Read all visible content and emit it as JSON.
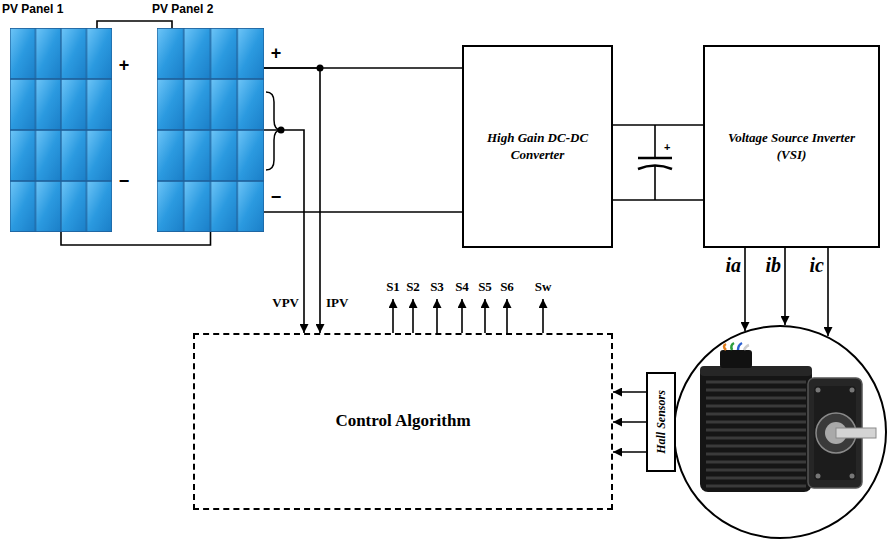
{
  "diagram": {
    "nodes": [
      {
        "text": [
          "PV Panel 1"
        ]
      },
      {
        "text": [
          "PV Panel 2"
        ]
      },
      {
        "text": [
          "High Gain DC-DC Converter"
        ]
      },
      {
        "text": [
          "Voltage Source Inverter (VSI)"
        ]
      },
      {
        "text": [
          "Control Algorithm"
        ]
      },
      {
        "text": [
          "Hall Sensors"
        ]
      }
    ],
    "edges": [
      {
        "from": 0,
        "to": 1,
        "arrow": "none"
      },
      {
        "from": 0,
        "to": 1,
        "arrow": "none"
      },
      {
        "from": 1,
        "to": 2,
        "arrow": "none"
      },
      {
        "from": 1,
        "to": 2,
        "arrow": "none"
      },
      {
        "from": 2,
        "to": 3,
        "arrow": "none"
      },
      {
        "from": 2,
        "to": 3,
        "arrow": "none"
      },
      {
        "from": 1,
        "to": 4,
        "label": "VPV",
        "arrow": "to"
      },
      {
        "from": 1,
        "to": 4,
        "label": "IPV",
        "arrow": "to"
      },
      {
        "from": 5,
        "to": 4,
        "arrow": "to"
      },
      {
        "from": 5,
        "to": 4,
        "arrow": "to"
      },
      {
        "from": 5,
        "to": 4,
        "arrow": "to"
      }
    ],
    "labels": [
      "+",
      "−",
      "+",
      "−",
      "+",
      "S1",
      "S2",
      "S3",
      "S4",
      "S5",
      "S6",
      "Sw",
      "ia",
      "ib",
      "ic"
    ]
  }
}
